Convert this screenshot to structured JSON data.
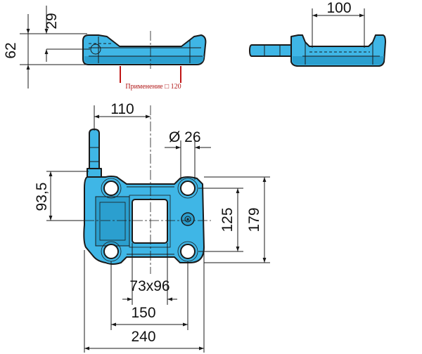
{
  "colors": {
    "part_fill": "#3fb6e6",
    "part_shadow": "#2b9fcf",
    "outline": "#1a1a1a",
    "note": "#b01515"
  },
  "side_view": {
    "dim_height_top": "29",
    "dim_height_total": "62",
    "application_note": "Применение □ 120"
  },
  "rear_view": {
    "dim_width": "100"
  },
  "plan_view": {
    "dim_pin_offset": "110",
    "dim_hole_diameter": "Ø 26",
    "dim_pin_height": "93,5",
    "dim_hole_spacing_vertical": "125",
    "dim_overall_height": "179",
    "dim_window": "73x96",
    "dim_hole_spacing_horizontal": "150",
    "dim_overall_width": "240"
  }
}
